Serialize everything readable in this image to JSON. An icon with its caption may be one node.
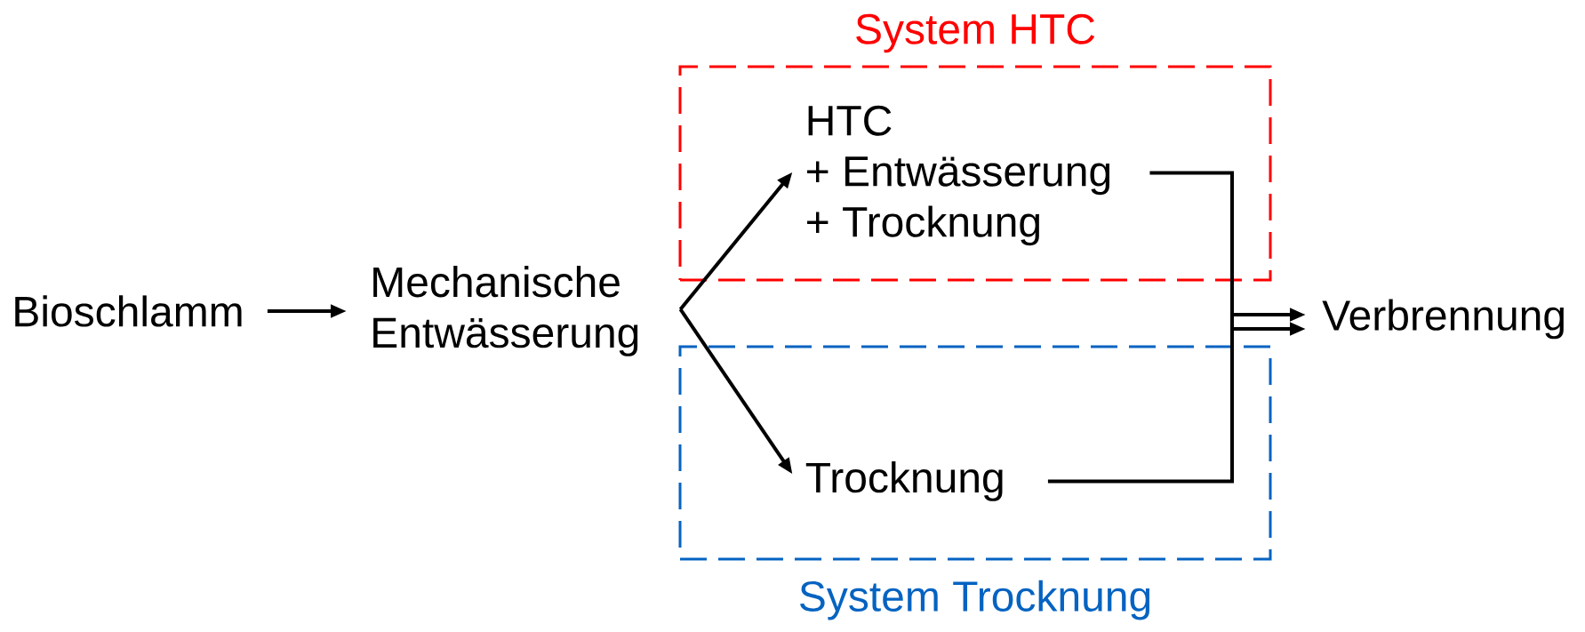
{
  "diagram": {
    "nodes": [
      {
        "text": [
          "System HTC"
        ]
      },
      {
        "text": [
          "System Trocknung"
        ]
      },
      {
        "text": [
          "Bioschlamm"
        ]
      },
      {
        "text": [
          "Mechanische Entwässerung"
        ]
      },
      {
        "text": [
          "HTC",
          "+ Entwässerung",
          "+ Trocknung"
        ],
        "in": 0
      },
      {
        "text": [
          "Trocknung"
        ],
        "in": 1
      },
      {
        "text": [
          "Verbrennung"
        ]
      }
    ],
    "edges": [
      {
        "from": 2,
        "to": 3,
        "arrow": "to"
      },
      {
        "from": 3,
        "to": 4,
        "arrow": "to"
      },
      {
        "from": 3,
        "to": 5,
        "arrow": "to"
      },
      {
        "from": 4,
        "to": 6,
        "arrow": "to"
      },
      {
        "from": 5,
        "to": 6,
        "arrow": "to"
      }
    ]
  }
}
